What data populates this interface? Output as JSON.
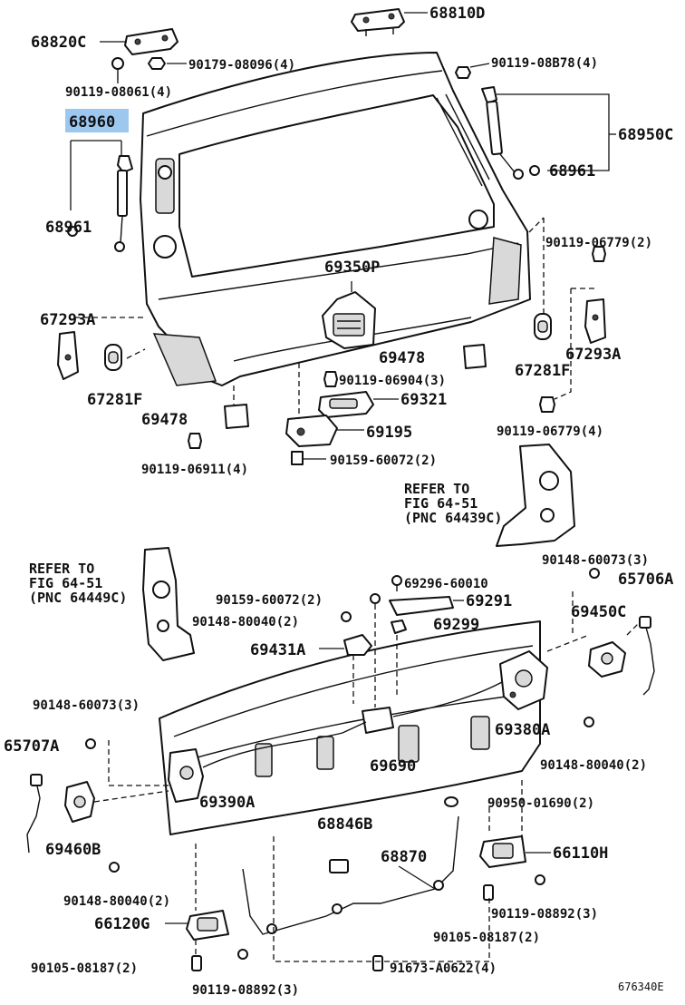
{
  "diagram_code": "676340E",
  "highlight_color": "#9cc8f0",
  "labels": {
    "p68810D": "68810D",
    "p68820C": "68820C",
    "p90179_08096": "90179-08096(4)",
    "p90119_08B78": "90119-08B78(4)",
    "p90119_08061": "90119-08061(4)",
    "p68960": "68960",
    "p68950C": "68950C",
    "p68961_right": "68961",
    "p68961_left": "68961",
    "p69350P": "69350P",
    "p90119_06779_top": "90119-06779(2)",
    "p67293A_left": "67293A",
    "p67293A_right": "67293A",
    "p69478_right": "69478",
    "p90119_06904": "90119-06904(3)",
    "p67281F_right": "67281F",
    "p67281F_left": "67281F",
    "p69321": "69321",
    "p69478_left": "69478",
    "p69195": "69195",
    "p90119_06779_bottom": "90119-06779(4)",
    "p90119_06911": "90119-06911(4)",
    "p90159_60072_top": "90159-60072(2)",
    "refer_right_1": "REFER TO",
    "refer_right_2": "FIG 64-51",
    "refer_right_3": "(PNC 64439C)",
    "refer_left_1": "REFER TO",
    "refer_left_2": "FIG 64-51",
    "refer_left_3": "(PNC 64449C)",
    "p90148_60073_right": "90148-60073(3)",
    "p69296_60010": "69296-60010",
    "p65706A": "65706A",
    "p90159_60072_mid": "90159-60072(2)",
    "p69291": "69291",
    "p69450C": "69450C",
    "p90148_80040_mid": "90148-80040(2)",
    "p69299": "69299",
    "p69431A": "69431A",
    "p90148_60073_left": "90148-60073(3)",
    "p65707A": "65707A",
    "p69380A": "69380A",
    "p69690": "69690",
    "p90148_80040_right": "90148-80040(2)",
    "p69390A": "69390A",
    "p90950_01690": "90950-01690(2)",
    "p68846B": "68846B",
    "p69460B": "69460B",
    "p68870": "68870",
    "p66110H": "66110H",
    "p90148_80040_left": "90148-80040(2)",
    "p90119_08892_right": "90119-08892(3)",
    "p66120G": "66120G",
    "p90105_08187_right": "90105-08187(2)",
    "p90105_08187_left": "90105-08187(2)",
    "p90119_08892_left": "90119-08892(3)",
    "p91673_A0622": "91673-A0622(4)"
  }
}
